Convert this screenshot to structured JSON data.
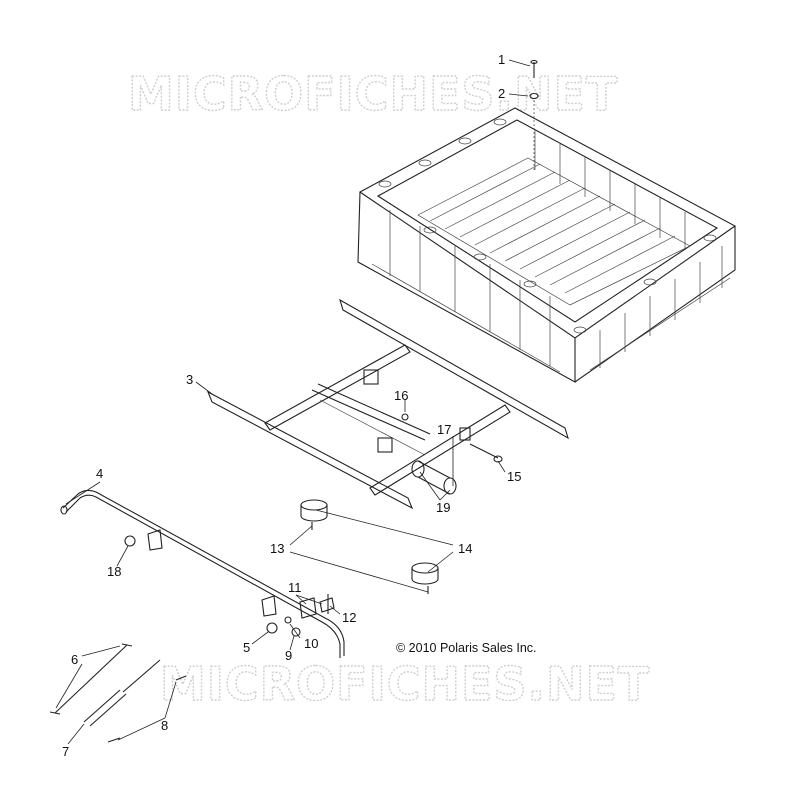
{
  "watermark": {
    "text": "MICROFICHES.NET"
  },
  "copyright": "© 2010 Polaris Sales Inc.",
  "callouts": [
    {
      "id": "1"
    },
    {
      "id": "2"
    },
    {
      "id": "3"
    },
    {
      "id": "4"
    },
    {
      "id": "5"
    },
    {
      "id": "6"
    },
    {
      "id": "7"
    },
    {
      "id": "8"
    },
    {
      "id": "9"
    },
    {
      "id": "10"
    },
    {
      "id": "11"
    },
    {
      "id": "12"
    },
    {
      "id": "13"
    },
    {
      "id": "14"
    },
    {
      "id": "15"
    },
    {
      "id": "16"
    },
    {
      "id": "17"
    },
    {
      "id": "18"
    },
    {
      "id": "19"
    }
  ]
}
